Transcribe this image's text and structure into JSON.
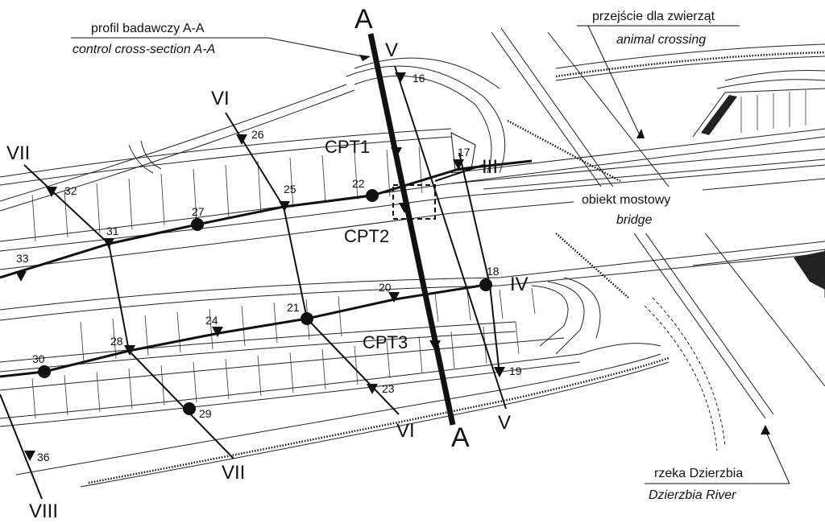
{
  "annotations": {
    "profile_pl": "profil badawczy A-A",
    "profile_en": "control cross-section A-A",
    "crossing_pl": "przejście dla zwierząt",
    "crossing_en": "animal crossing",
    "bridge_pl": "obiekt mostowy",
    "bridge_en": "bridge",
    "river_pl": "rzeka Dzierzbia",
    "river_en": "Dzierzbia River"
  },
  "section_marks": {
    "a_top": "A",
    "a_bottom": "A",
    "v_top": "V",
    "v_bottom": "V",
    "vi_top": "VI",
    "vi_bottom": "VI",
    "vii_top": "VII",
    "vii_bottom": "VII",
    "viii": "VIII",
    "iii": "III",
    "iv": "IV"
  },
  "cpt": {
    "cpt1": "CPT1",
    "cpt2": "CPT2",
    "cpt3": "CPT3"
  },
  "points": {
    "p16": "16",
    "p17": "17",
    "p18": "18",
    "p19": "19",
    "p20": "20",
    "p21": "21",
    "p22": "22",
    "p23": "23",
    "p24": "24",
    "p25": "25",
    "p26": "26",
    "p27": "27",
    "p28": "28",
    "p29": "29",
    "p30": "30",
    "p31": "31",
    "p32": "32",
    "p33": "33",
    "p36": "36"
  }
}
